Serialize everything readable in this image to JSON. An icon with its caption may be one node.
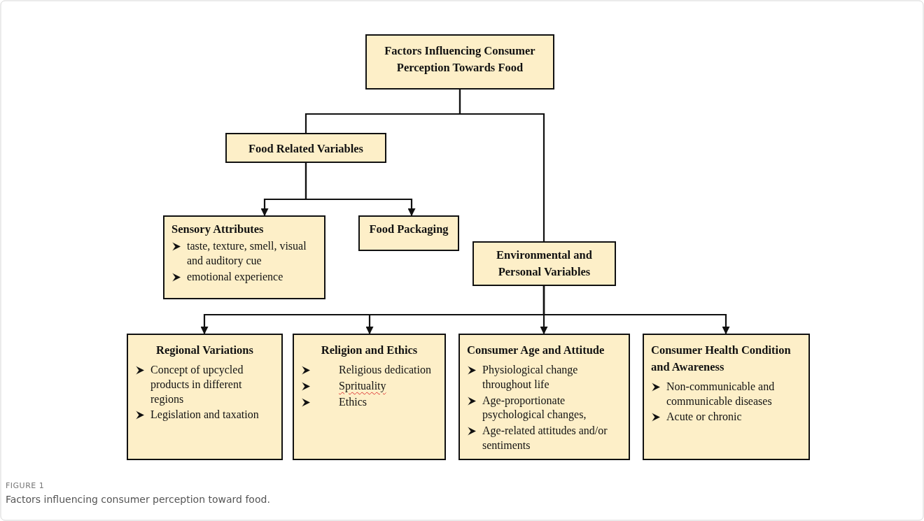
{
  "diagram": {
    "caption": "Factors influencing consumer perception toward food.",
    "nodes": [
      {
        "text": [
          "Factors Influencing Consumer Perception Towards Food"
        ]
      },
      {
        "text": [
          "Food Related Variables"
        ]
      },
      {
        "text": [
          "Sensory Attributes",
          "taste, texture, smell, visual and auditory cue",
          "emotional experience"
        ]
      },
      {
        "text": [
          "Food Packaging"
        ]
      },
      {
        "text": [
          "Environmental and Personal Variables"
        ]
      },
      {
        "text": [
          "Regional Variations",
          "Concept of upcycled products in different regions",
          "Legislation and taxation"
        ]
      },
      {
        "text": [
          "Religion and Ethics",
          "Religious dedication",
          "Sprituality",
          "Ethics"
        ]
      },
      {
        "text": [
          "Consumer Age and Attitude",
          "Physiological change throughout life",
          "Age-proportionate psychological changes,",
          "Age-related attitudes and/or sentiments"
        ]
      },
      {
        "text": [
          "Consumer Health Condition and Awareness",
          "Non-communicable and communicable diseases",
          "Acute or chronic"
        ]
      }
    ],
    "edges": [
      {
        "from": 0,
        "to": 1,
        "arrow": "none"
      },
      {
        "from": 0,
        "to": 4,
        "arrow": "none"
      },
      {
        "from": 1,
        "to": 2,
        "arrow": "to"
      },
      {
        "from": 1,
        "to": 3,
        "arrow": "to"
      },
      {
        "from": 4,
        "to": 5,
        "arrow": "to"
      },
      {
        "from": 4,
        "to": 6,
        "arrow": "to"
      },
      {
        "from": 4,
        "to": 7,
        "arrow": "to"
      },
      {
        "from": 4,
        "to": 8,
        "arrow": "to"
      }
    ],
    "labels": [
      "FIGURE 1"
    ]
  }
}
